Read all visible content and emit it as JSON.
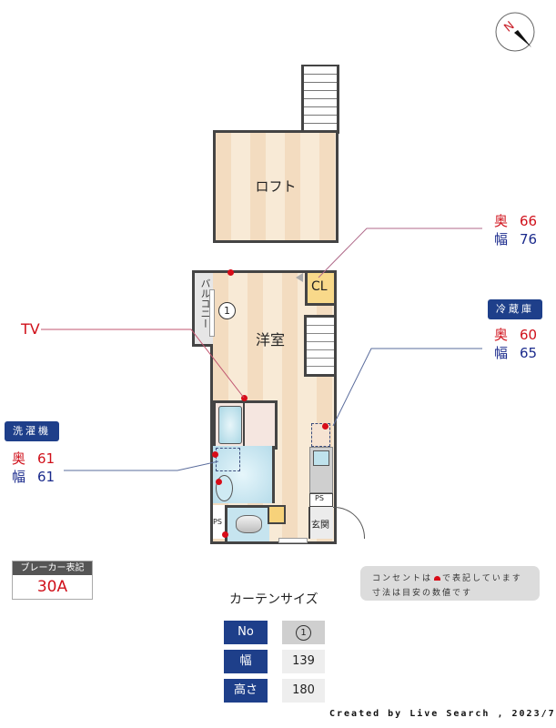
{
  "compass": {
    "label": "N"
  },
  "rooms": {
    "loft": "ロフト",
    "western_room": "洋室",
    "closet": "CL",
    "balcony": "バルコニー",
    "entrance": "玄関",
    "ps_kitchen": "PS",
    "ps_toilet": "PS",
    "curtain_marker": "1"
  },
  "annotations": {
    "tv": {
      "label": "TV"
    },
    "closet_dims": {
      "depth_label": "奥",
      "depth": "66",
      "width_label": "幅",
      "width": "76"
    },
    "fridge": {
      "title": "冷蔵庫",
      "depth_label": "奥",
      "depth": "60",
      "width_label": "幅",
      "width": "65"
    },
    "washer": {
      "title": "洗濯機",
      "depth_label": "奥",
      "depth": "61",
      "width_label": "幅",
      "width": "61"
    }
  },
  "breaker": {
    "title": "ブレーカー表記",
    "value": "30A"
  },
  "notes": {
    "line1_pre": "コンセントは",
    "line1_post": "で表記しています",
    "line2": "寸法は目安の数値です"
  },
  "curtain": {
    "title": "カーテンサイズ",
    "rows": [
      {
        "label": "No",
        "value": "1"
      },
      {
        "label": "幅",
        "value": "139"
      },
      {
        "label": "高さ",
        "value": "180"
      }
    ]
  },
  "footer": {
    "credit": "Created by Live Search , 2023/7"
  },
  "colors": {
    "accent_blue": "#1e3f8a",
    "outlet_red": "#d80c18",
    "wall": "#444444"
  }
}
